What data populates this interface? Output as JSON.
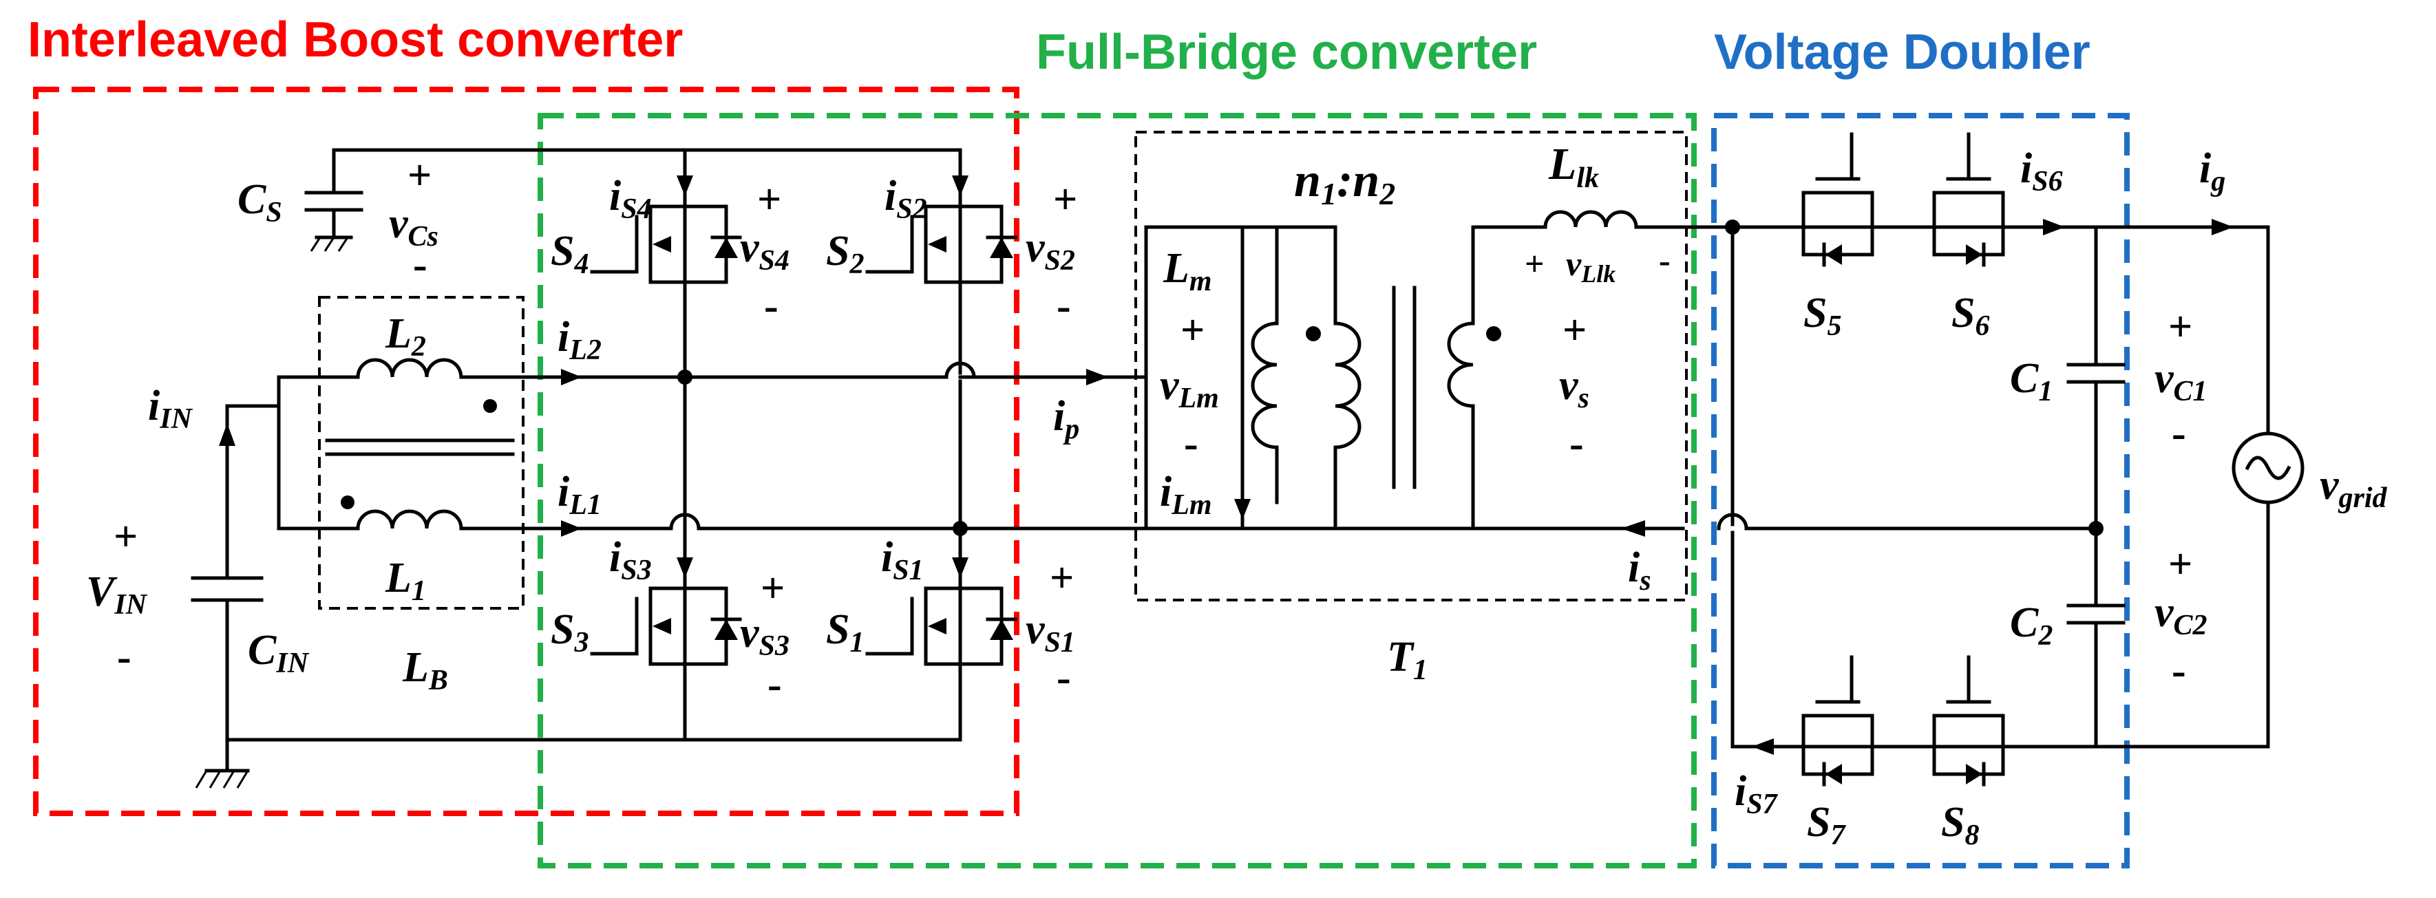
{
  "titles": {
    "boost": "Interleaved Boost converter",
    "bridge": "Full-Bridge converter",
    "doubler": "Voltage Doubler"
  },
  "colors": {
    "boost": "#ff0000",
    "bridge": "#22b04a",
    "doubler": "#1f6fc6",
    "wire": "#000000"
  },
  "labels": {
    "cs": "C",
    "cs_sub": "S",
    "vcs": "v",
    "vcs_sub": "Cs",
    "is4": "i",
    "is4_sub": "S4",
    "is2": "i",
    "is2_sub": "S2",
    "s4": "S",
    "s4_sub": "4",
    "s2": "S",
    "s2_sub": "2",
    "vs4": "v",
    "vs4_sub": "S4",
    "vs2": "v",
    "vs2_sub": "S2",
    "l2": "L",
    "l2_sub": "2",
    "l1": "L",
    "l1_sub": "1",
    "il2": "i",
    "il2_sub": "L2",
    "il1": "i",
    "il1_sub": "L1",
    "iin": "i",
    "iin_sub": "IN",
    "vin": "V",
    "vin_sub": "IN",
    "cin": "C",
    "cin_sub": "IN",
    "lb": "L",
    "lb_sub": "B",
    "is3": "i",
    "is3_sub": "S3",
    "is1": "i",
    "is1_sub": "S1",
    "s3": "S",
    "s3_sub": "3",
    "s1": "S",
    "s1_sub": "1",
    "vs3": "v",
    "vs3_sub": "S3",
    "vs1": "v",
    "vs1_sub": "S1",
    "ip": "i",
    "ip_sub": "p",
    "lm": "L",
    "lm_sub": "m",
    "vlm": "v",
    "vlm_sub": "Lm",
    "ilm": "i",
    "ilm_sub": "Lm",
    "ratio_n1": "n",
    "ratio_n1_sub": "1",
    "ratio_colon": ":",
    "ratio_n2": "n",
    "ratio_n2_sub": "2",
    "llk": "L",
    "llk_sub": "lk",
    "vllk": "v",
    "vllk_sub": "Llk",
    "vs": "v",
    "vs_sub": "s",
    "is": "i",
    "is_sub": "s",
    "t1": "T",
    "t1_sub": "1",
    "s5": "S",
    "s5_sub": "5",
    "s6": "S",
    "s6_sub": "6",
    "is6": "i",
    "is6_sub": "S6",
    "s7": "S",
    "s7_sub": "7",
    "s8": "S",
    "s8_sub": "8",
    "is7": "i",
    "is7_sub": "S7",
    "ig": "i",
    "ig_sub": "g",
    "c1": "C",
    "c1_sub": "1",
    "c2": "C",
    "c2_sub": "2",
    "vc1": "v",
    "vc1_sub": "C1",
    "vc2": "v",
    "vc2_sub": "C2",
    "vgrid": "v",
    "vgrid_sub": "grid",
    "plus": "+",
    "minus": "-"
  }
}
